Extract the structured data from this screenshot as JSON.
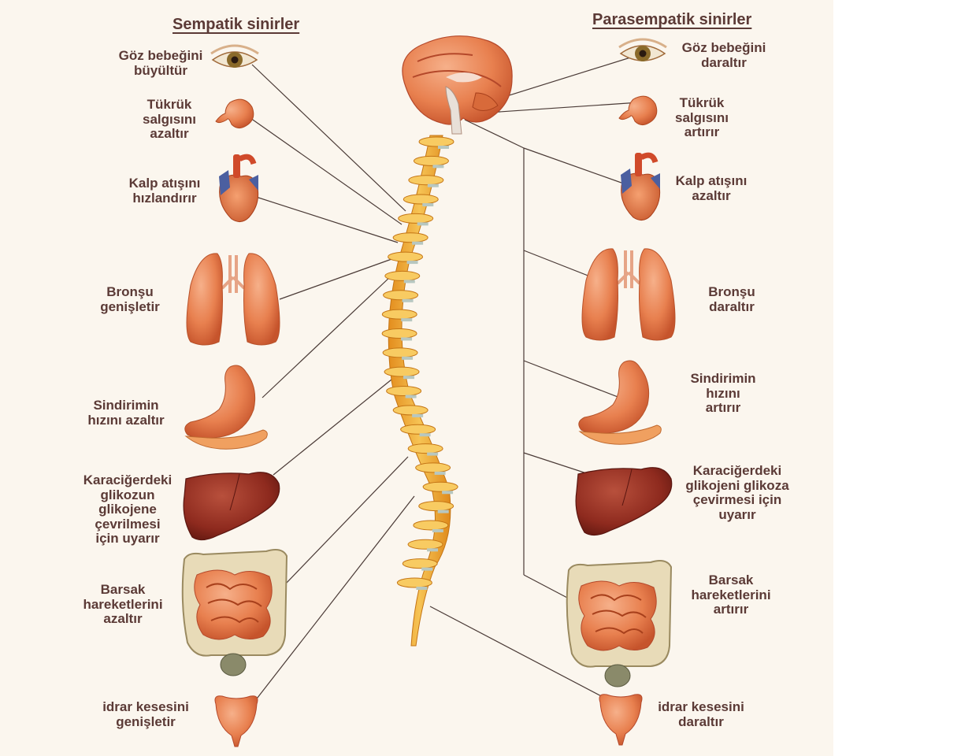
{
  "headings": {
    "left": "Sempatik sinirler",
    "right": "Parasempatik sinirler"
  },
  "sympathetic": [
    {
      "organ": "eye-icon",
      "lines": [
        "Göz bebeğini",
        "büyültür"
      ]
    },
    {
      "organ": "salivary-icon",
      "lines": [
        "Tükrük",
        "salgısını",
        "azaltır"
      ]
    },
    {
      "organ": "heart-icon",
      "lines": [
        "Kalp atışını",
        "hızlandırır"
      ]
    },
    {
      "organ": "lungs-icon",
      "lines": [
        "Bronşu",
        "genişletir"
      ]
    },
    {
      "organ": "stomach-icon",
      "lines": [
        "Sindirimin",
        "hızını azaltır"
      ]
    },
    {
      "organ": "liver-icon",
      "lines": [
        "Karaciğerdeki",
        "glikozun",
        "glikojene",
        "çevrilmesi",
        "için uyarır"
      ]
    },
    {
      "organ": "intestine-icon",
      "lines": [
        "Barsak",
        "hareketlerini",
        "azaltır"
      ]
    },
    {
      "organ": "bladder-icon",
      "lines": [
        "idrar kesesini",
        "genişletir"
      ]
    }
  ],
  "parasympathetic": [
    {
      "organ": "eye-icon",
      "lines": [
        "Göz bebeğini",
        "daraltır"
      ]
    },
    {
      "organ": "salivary-icon",
      "lines": [
        "Tükrük",
        "salgısını",
        "artırır"
      ]
    },
    {
      "organ": "heart-icon",
      "lines": [
        "Kalp atışını",
        "azaltır"
      ]
    },
    {
      "organ": "lungs-icon",
      "lines": [
        "Bronşu",
        "daraltır"
      ]
    },
    {
      "organ": "stomach-icon",
      "lines": [
        "Sindirimin",
        "hızını",
        "artırır"
      ]
    },
    {
      "organ": "liver-icon",
      "lines": [
        "Karaciğerdeki",
        "glikojeni glikoza",
        "çevirmesi için",
        "uyarır"
      ]
    },
    {
      "organ": "intestine-icon",
      "lines": [
        "Barsak",
        "hareketlerini",
        "artırır"
      ]
    },
    {
      "organ": "bladder-icon",
      "lines": [
        "idrar kesesini",
        "daraltır"
      ]
    }
  ],
  "center": {
    "organ": "brain-icon",
    "spine": "spine-icon"
  },
  "colors": {
    "text": "#5b3a36",
    "background": "#fbf6ee",
    "organ_orange": "#e8804f",
    "liver": "#8e2a1e",
    "spine": "#f0a531",
    "nerve_line": "#4a3a36"
  }
}
